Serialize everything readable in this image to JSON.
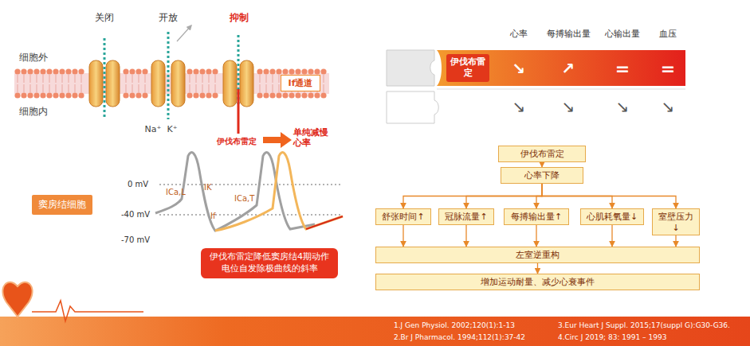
{
  "diagram": {
    "nodes": [
      {
        "text": [
          "伊伐布雷定"
        ]
      },
      {
        "text": [
          "心率下降"
        ]
      },
      {
        "text": [
          "舒张时间↑"
        ]
      },
      {
        "text": [
          "冠脉流量↑"
        ]
      },
      {
        "text": [
          "每搏输出量↑"
        ]
      },
      {
        "text": [
          "心肌耗氧量↓"
        ]
      },
      {
        "text": [
          "室壁压力↓"
        ]
      },
      {
        "text": [
          "左室逆重构"
        ]
      },
      {
        "text": [
          "增加运动耐量、减少心衰事件"
        ]
      },
      {
        "text": [
          "If通道"
        ]
      },
      {
        "text": [
          "窦房结细胞"
        ]
      },
      {
        "text": [
          "伊伐布雷定降低窦房结4期动作电位自发除极曲线的斜率"
        ]
      },
      {
        "text": [
          "伊伐布雷定"
        ]
      }
    ],
    "edges": [
      {
        "from": 0,
        "to": 1,
        "arrow": "to"
      },
      {
        "from": 1,
        "to": 2,
        "arrow": "to"
      },
      {
        "from": 1,
        "to": 3,
        "arrow": "to"
      },
      {
        "from": 1,
        "to": 4,
        "arrow": "to"
      },
      {
        "from": 1,
        "to": 5,
        "arrow": "to"
      },
      {
        "from": 1,
        "to": 6,
        "arrow": "to"
      },
      {
        "from": 2,
        "to": 7,
        "arrow": "to"
      },
      {
        "from": 3,
        "to": 7,
        "arrow": "to"
      },
      {
        "from": 4,
        "to": 7,
        "arrow": "to"
      },
      {
        "from": 5,
        "to": 7,
        "arrow": "to"
      },
      {
        "from": 6,
        "to": 7,
        "arrow": "to"
      },
      {
        "from": 7,
        "to": 8,
        "arrow": "to"
      }
    ],
    "labels": [
      "关闭",
      "开放",
      "抑制",
      "细胞外",
      "细胞内",
      "Na⁺",
      "K⁺",
      "伊伐布雷定",
      "单纯减慢心率",
      "0 mV",
      "-40 mV",
      "-70 mV",
      "ICa,L",
      "IK",
      "If",
      "ICa,T",
      "心率",
      "每搏输出量",
      "心输出量",
      "血压",
      "↘",
      "↗",
      "=",
      "=",
      "↘",
      "↘",
      "↘",
      "↘",
      "1.J Gen Physiol. 2002;120(1):1-13",
      "2.Br J Pharmacol. 1994;112(1):37-42",
      "3.Eur Heart J Suppl. 2015;17(suppl G):G30-G36.",
      "4.Circ J 2019; 83: 1991 – 1993"
    ]
  }
}
